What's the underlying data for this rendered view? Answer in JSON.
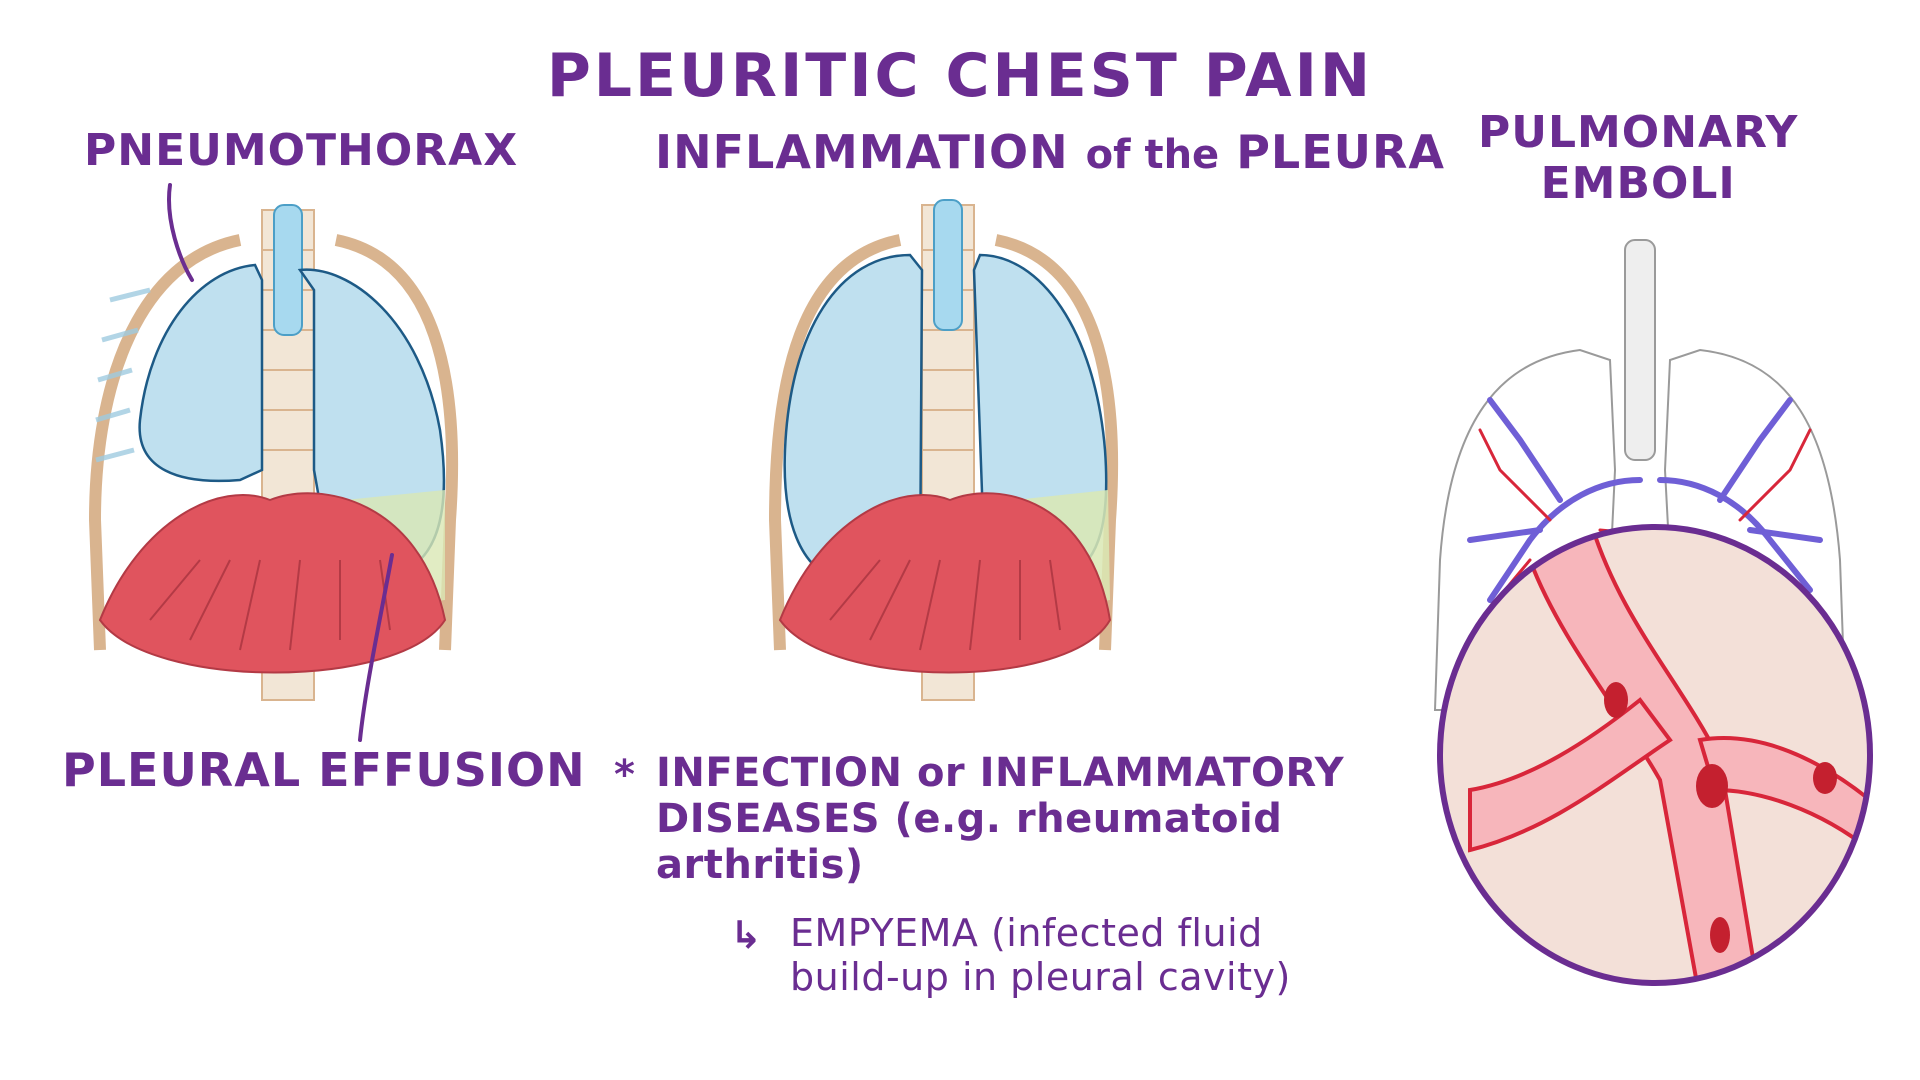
{
  "title": "PLEURITIC CHEST PAIN",
  "left_panel": {
    "top_label": "PNEUMOTHORAX",
    "bottom_label": "PLEURAL EFFUSION"
  },
  "center_panel": {
    "heading_part1": "INFLAMMATION",
    "heading_part2": "of the",
    "heading_part3": "PLEURA",
    "bullet_marker": "*",
    "bullet_line1": "INFECTION or INFLAMMATORY",
    "bullet_line2": "DISEASES (e.g. rheumatoid",
    "bullet_line3": "arthritis)",
    "sub_arrow": "↳",
    "sub_line1": "EMPYEMA (infected fluid",
    "sub_line2": "build-up in pleural cavity)"
  },
  "right_panel": {
    "label_line1": "PULMONARY",
    "label_line2": "EMBOLI"
  },
  "colors": {
    "text_purple": "#6a2d91",
    "lung_blue": "#bfe0ef",
    "lung_outline": "#1d5a86",
    "diaphragm_red": "#e0545e",
    "rib_tan": "#d9b48f",
    "fluid_green": "#d9e7b4",
    "vein_purple": "#6f5fd6",
    "artery_red": "#d8263a",
    "inset_bg": "#f3e0d8"
  }
}
